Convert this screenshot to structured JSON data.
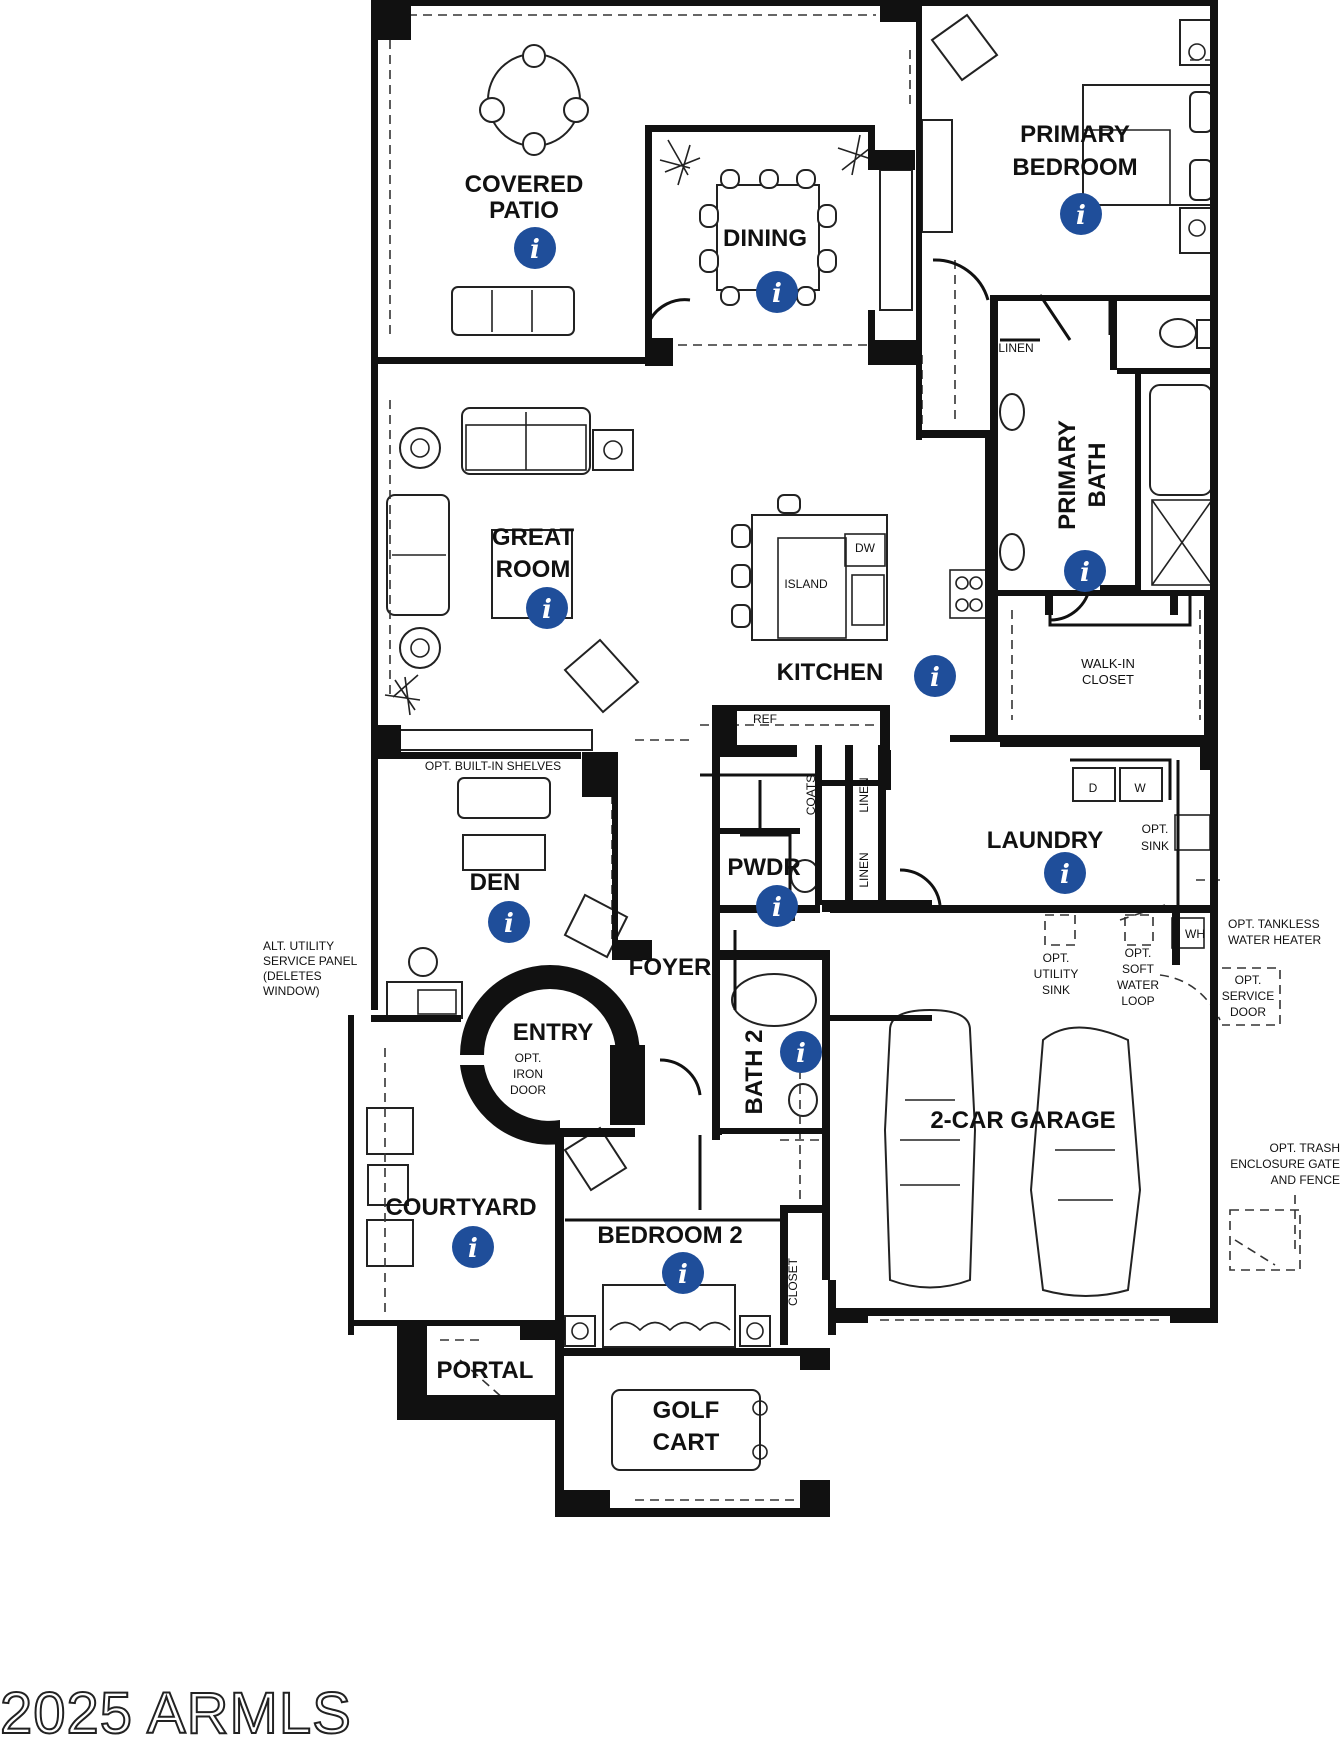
{
  "rooms": {
    "covered_patio": [
      "COVERED",
      "PATIO"
    ],
    "dining": "DINING",
    "primary_bedroom": [
      "PRIMARY",
      "BEDROOM"
    ],
    "great_room": [
      "GREAT",
      "ROOM"
    ],
    "kitchen": "KITCHEN",
    "primary_bath": [
      "PRIMARY",
      "BATH"
    ],
    "den": "DEN",
    "laundry": "LAUNDRY",
    "pwdr": "PWDR",
    "foyer": "FOYER",
    "entry": "ENTRY",
    "bath2": "BATH 2",
    "garage": "2-CAR GARAGE",
    "courtyard": "COURTYARD",
    "bedroom2": "BEDROOM 2",
    "portal": "PORTAL",
    "golf_cart": [
      "GOLF",
      "CART"
    ]
  },
  "labels": {
    "linen": "LINEN",
    "island": "ISLAND",
    "dw": "DW",
    "ref": "REF",
    "coats": "COATS",
    "walk_in_closet": [
      "WALK-IN",
      "CLOSET"
    ],
    "washer": "W",
    "dryer": "D",
    "opt_sink": [
      "OPT.",
      "SINK"
    ],
    "opt_shelves": "OPT. BUILT-IN SHELVES",
    "alt_utility": [
      "ALT. UTILITY",
      "SERVICE PANEL",
      "(DELETES",
      "WINDOW)"
    ],
    "opt_iron_door": [
      "OPT.",
      "IRON",
      "DOOR"
    ],
    "closet": "CLOSET",
    "opt_utility_sink": [
      "OPT.",
      "UTILITY",
      "SINK"
    ],
    "opt_soft_water": [
      "OPT.",
      "SOFT",
      "WATER",
      "LOOP"
    ],
    "wh": "WH",
    "opt_tankless": [
      "OPT. TANKLESS",
      "WATER HEATER"
    ],
    "opt_service_door": [
      "OPT.",
      "SERVICE",
      "DOOR"
    ],
    "opt_trash": [
      "OPT. TRASH",
      "ENCLOSURE GATE",
      "AND FENCE"
    ]
  },
  "info_icon_glyph": "i",
  "info_icon_color": "#1f4e9a",
  "watermark": "2025 ARMLS"
}
